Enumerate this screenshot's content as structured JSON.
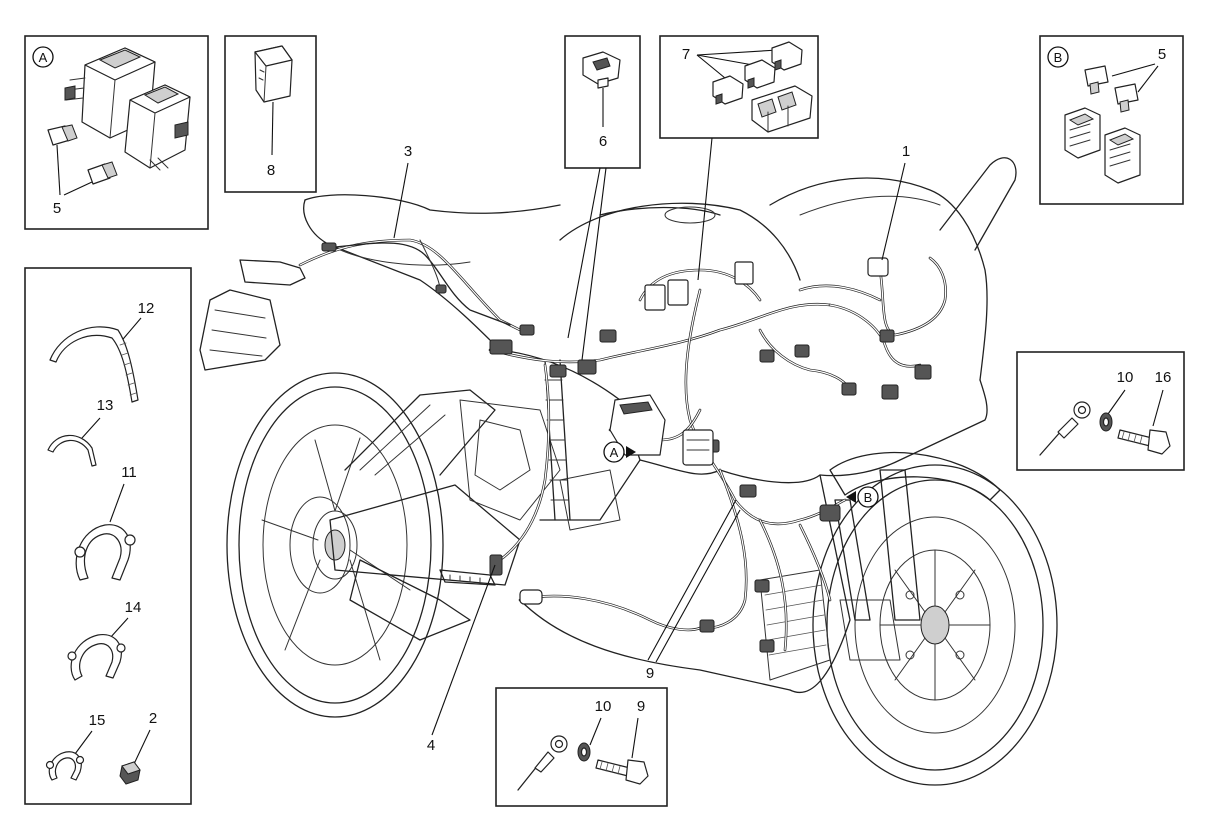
{
  "callouts": {
    "n1": "1",
    "n2": "2",
    "n3": "3",
    "n4": "4",
    "n5_box_a": "5",
    "n5_box_b": "5",
    "n6": "6",
    "n7": "7",
    "n8": "8",
    "n9": "9",
    "n10_bottom": "10",
    "n10_right": "10",
    "n11": "11",
    "n12": "12",
    "n13": "13",
    "n14": "14",
    "n15": "15",
    "n16": "16"
  },
  "detail_markers": {
    "a_box": "A",
    "a_bike": "A",
    "b_box": "B",
    "b_bike": "B"
  },
  "colors": {
    "line": "#222222",
    "background": "#ffffff"
  }
}
